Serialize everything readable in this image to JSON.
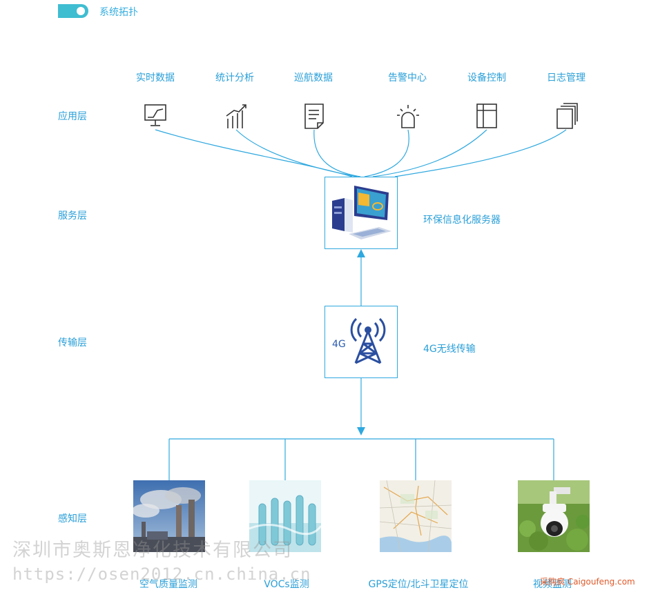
{
  "section": {
    "title": "系统拓扑"
  },
  "layers": {
    "application": "应用层",
    "service": "服务层",
    "transport": "传输层",
    "perception": "感知层"
  },
  "apps": [
    {
      "label": "实时数据",
      "icon": "monitor-chart-icon"
    },
    {
      "label": "统计分析",
      "icon": "bar-chart-icon"
    },
    {
      "label": "巡航数据",
      "icon": "document-icon"
    },
    {
      "label": "告警中心",
      "icon": "alarm-light-icon"
    },
    {
      "label": "设备控制",
      "icon": "panel-icon"
    },
    {
      "label": "日志管理",
      "icon": "stacked-docs-icon"
    }
  ],
  "server": {
    "label": "环保信息化服务器",
    "icon": "server-computer-icon"
  },
  "network": {
    "label": "4G无线传输",
    "badge": "4G",
    "icon": "signal-tower-icon"
  },
  "sensors": [
    {
      "label": "空气质量监测",
      "image": "factory-smokestacks-photo"
    },
    {
      "label": "VOCs监测",
      "image": "lab-test-tubes-photo"
    },
    {
      "label": "GPS定位/北斗卫星定位",
      "image": "map-photo"
    },
    {
      "label": "视频监测",
      "image": "dome-camera-photo"
    }
  ],
  "watermarks": {
    "company": "深圳市奥斯恩净化技术有限公司",
    "url": "https://osen2012.cn.china.cn",
    "site": "采购疯 Caigoufeng.com"
  },
  "colors": {
    "accent": "#2ea8df",
    "toggle": "#3fbdd1",
    "line": "#2ea8df"
  }
}
